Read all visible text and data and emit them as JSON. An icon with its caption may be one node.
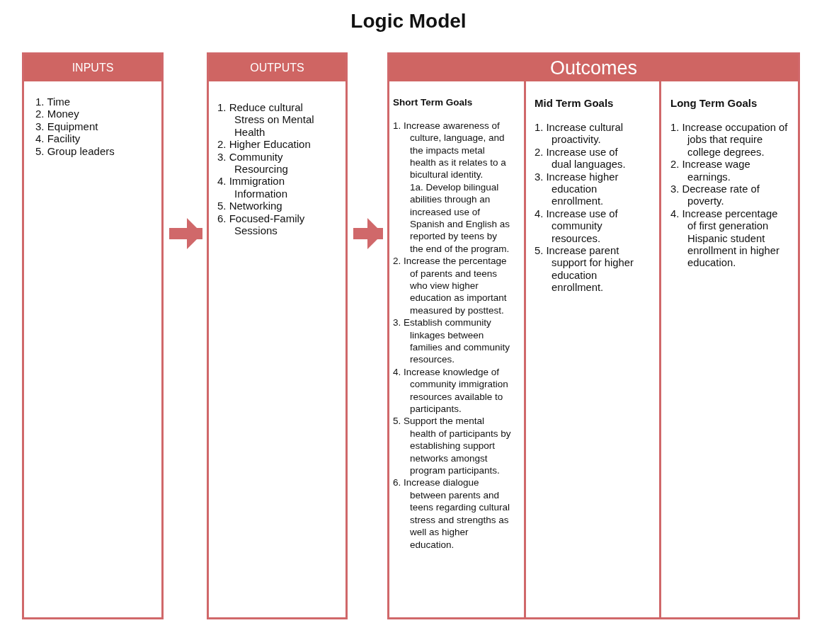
{
  "diagram": {
    "title": "Logic Model",
    "nodes": [
      {
        "text": [
          "INPUTS",
          "1. Time",
          "2. Money",
          "3. Equipment",
          "4. Facility",
          "5. Group leaders"
        ]
      },
      {
        "text": [
          "OUTPUTS",
          "1. Reduce cultural Stress on Mental Health",
          "2. Higher Education",
          "3. Community Resourcing",
          "4. Immigration Information",
          "5. Networking",
          "6. Focused-Family Sessions"
        ]
      },
      {
        "text": [
          "Outcomes"
        ]
      },
      {
        "text": [
          "Short Term Goals",
          "1. Increase awareness of culture, language, and the impacts metal health as it relates to a bicultural identity.",
          "1a. Develop bilingual abilities through an increased use of Spanish and English as reported by teens by the end of the program.",
          "2. Increase the percentage of parents and teens who view higher education as important measured by posttest.",
          "3. Establish community linkages between families and community resources.",
          "4. Increase knowledge of community immigration resources available to participants.",
          "5. Support the mental health of participants by establishing support networks amongst program participants.",
          "6. Increase dialogue between parents and teens regarding cultural stress and strengths as well as higher education."
        ],
        "in": 2
      },
      {
        "text": [
          "Mid Term Goals",
          "1. Increase cultural proactivity.",
          "2. Increase use of dual languages.",
          "3. Increase higher education enrollment.",
          "4. Increase use of community resources.",
          "5. Increase parent support for higher education enrollment."
        ],
        "in": 2
      },
      {
        "text": [
          "Long Term Goals",
          "1. Increase occupation of jobs that require college degrees.",
          "2. Increase wage earnings.",
          "3. Decrease rate of poverty.",
          "4. Increase percentage of first generation Hispanic student enrollment in higher education."
        ],
        "in": 2
      }
    ],
    "edges": [
      {
        "from": 0,
        "to": 1,
        "arrow": "to"
      },
      {
        "from": 1,
        "to": 2,
        "arrow": "to"
      }
    ]
  }
}
